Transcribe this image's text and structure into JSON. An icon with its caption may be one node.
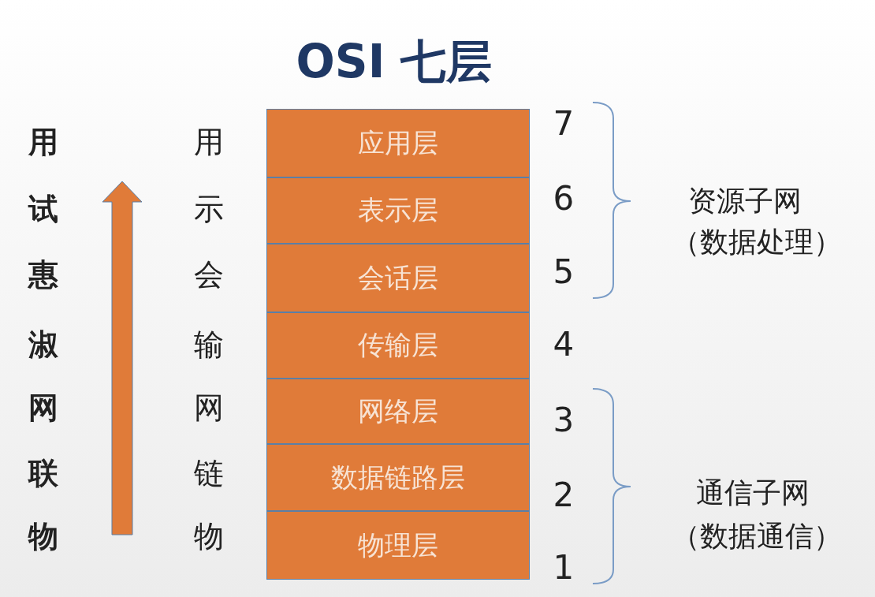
{
  "diagram": {
    "title": "OSI 七层",
    "nodes": [
      {
        "text": [
          "应用层"
        ]
      },
      {
        "text": [
          "表示层"
        ]
      },
      {
        "text": [
          "会话层"
        ]
      },
      {
        "text": [
          "传输层"
        ]
      },
      {
        "text": [
          "网络层"
        ]
      },
      {
        "text": [
          "数据链路层"
        ]
      },
      {
        "text": [
          "物理层"
        ]
      }
    ],
    "labels": [
      "用",
      "试",
      "惠",
      "淑",
      "网",
      "联",
      "物",
      "用",
      "示",
      "会",
      "输",
      "网",
      "链",
      "物",
      "7",
      "6",
      "5",
      "4",
      "3",
      "2",
      "1",
      "资源子网",
      "（数据处理）",
      "通信子网",
      "（数据通信）"
    ]
  }
}
